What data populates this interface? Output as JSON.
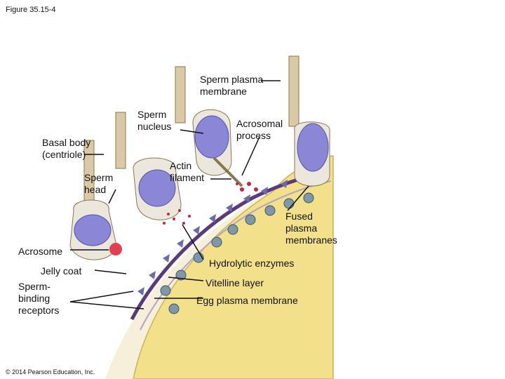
{
  "figure": {
    "title": "Figure 35.15-4",
    "copyright": "© 2014 Pearson Education, Inc."
  },
  "labels": {
    "sperm_plasma_membrane": "Sperm plasma\nmembrane",
    "sperm_nucleus": "Sperm\nnucleus",
    "acrosomal_process": "Acrosomal\nprocess",
    "basal_body": "Basal body\n(centriole)",
    "sperm_head": "Sperm\nhead",
    "actin_filament": "Actin\nfilament",
    "fused_plasma_membranes": "Fused\nplasma\nmembranes",
    "acrosome": "Acrosome",
    "jelly_coat": "Jelly coat",
    "sperm_binding_receptors": "Sperm-\nbinding\nreceptors",
    "hydrolytic_enzymes": "Hydrolytic enzymes",
    "vitelline_layer": "Vitelline layer",
    "egg_plasma_membrane": "Egg plasma membrane"
  },
  "colors": {
    "egg_cytoplasm": "#f2e08a",
    "jelly_coat": "#f6f0da",
    "vitelline_layer": "#5a3a7a",
    "sperm_nucleus": "#8a88d6",
    "sperm_body": "#ece7dc",
    "enzymes": "#c0283c"
  }
}
